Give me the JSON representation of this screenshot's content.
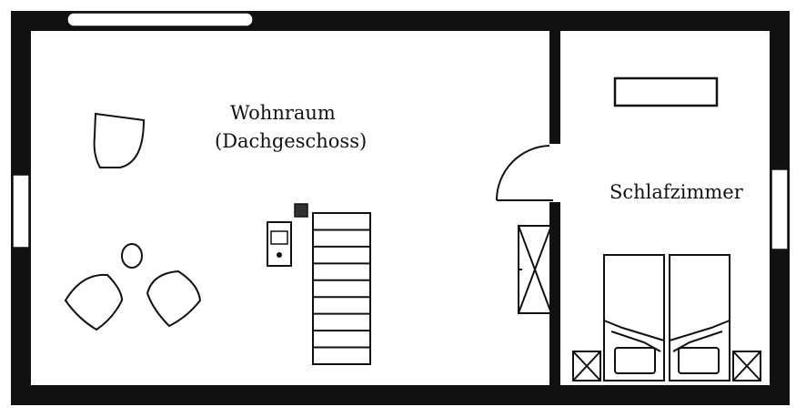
{
  "rooms": {
    "living": {
      "name": "Wohnraum",
      "subtitle": "(Dachgeschoss)"
    },
    "bedroom": {
      "name": "Schlafzimmer"
    }
  },
  "colors": {
    "wall": "#111111",
    "line": "#111111",
    "background": "#ffffff"
  }
}
